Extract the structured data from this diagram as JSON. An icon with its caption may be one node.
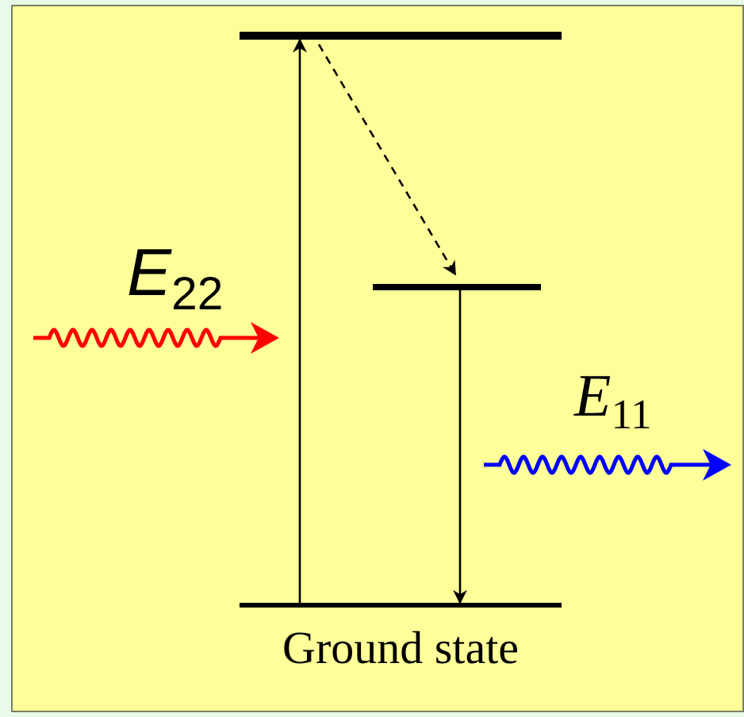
{
  "diagram": {
    "nodes": [
      {
        "text": [],
        "shape": "bar"
      },
      {
        "text": [],
        "shape": "bar"
      },
      {
        "text": [],
        "shape": "bar",
        "beside": [
          "Ground state"
        ]
      }
    ],
    "edges": [
      {
        "from": 2,
        "to": 0,
        "arrow": "to"
      },
      {
        "from": 0,
        "to": 1,
        "arrow": "to",
        "style": "dashed"
      },
      {
        "from": 1,
        "to": 2,
        "arrow": "to"
      }
    ],
    "labels": [
      "*E*$_{22}$",
      "*E*$_{11}$"
    ]
  }
}
